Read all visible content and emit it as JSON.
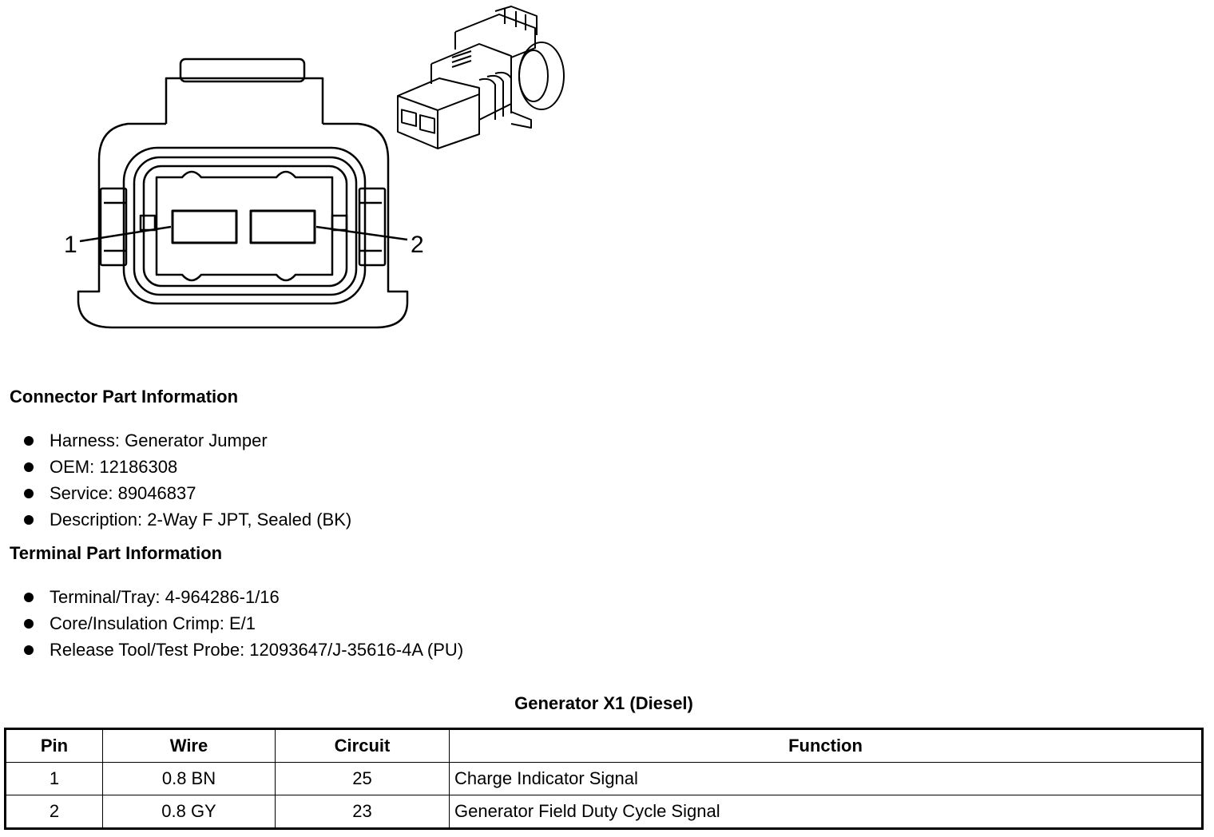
{
  "diagram": {
    "pin_labels": [
      "1",
      "2"
    ]
  },
  "connector_info": {
    "heading": "Connector Part Information",
    "items": [
      "Harness: Generator Jumper",
      "OEM: 12186308",
      "Service: 89046837",
      "Description: 2-Way F JPT, Sealed (BK)"
    ]
  },
  "terminal_info": {
    "heading": "Terminal Part Information",
    "items": [
      "Terminal/Tray: 4-964286-1/16",
      "Core/Insulation Crimp: E/1",
      "Release Tool/Test Probe: 12093647/J-35616-4A (PU)"
    ]
  },
  "table": {
    "title": "Generator X1 (Diesel)",
    "headers": [
      "Pin",
      "Wire",
      "Circuit",
      "Function"
    ],
    "rows": [
      [
        "1",
        "0.8 BN",
        "25",
        "Charge Indicator Signal"
      ],
      [
        "2",
        "0.8 GY",
        "23",
        "Generator Field Duty Cycle Signal"
      ]
    ]
  }
}
